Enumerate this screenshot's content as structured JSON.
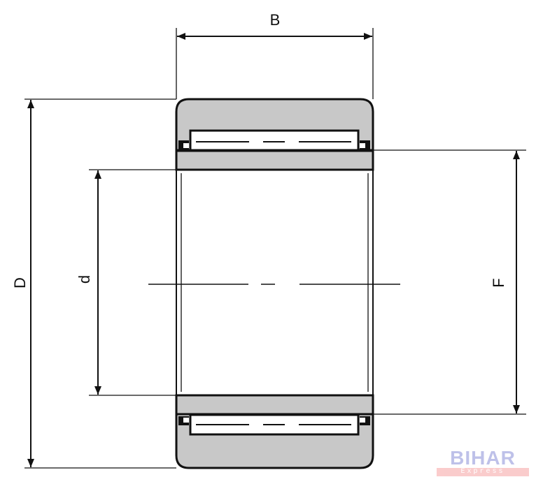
{
  "diagram": {
    "title": "Needle roller bearing dimensions",
    "labels": {
      "width": "B",
      "outer_diameter": "D",
      "bore_diameter": "d",
      "raceway_diameter": "F"
    },
    "colors": {
      "ring_fill": "#c8c8c8",
      "line": "#111111",
      "roller_fill": "#ffffff"
    }
  },
  "watermark": {
    "title": "BIHAR",
    "subtitle": "Express"
  }
}
